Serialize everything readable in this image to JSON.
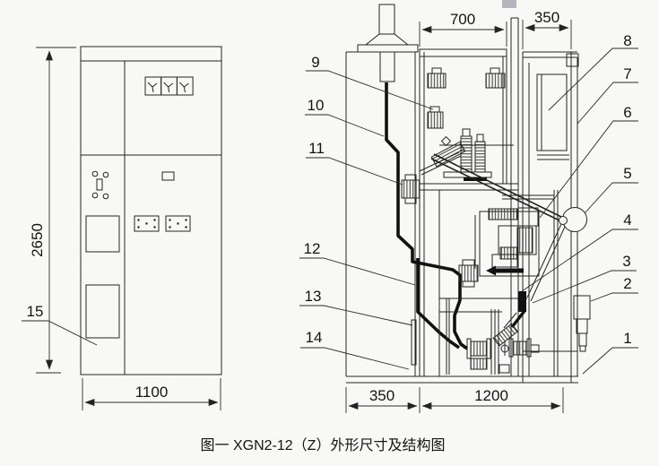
{
  "caption": "图一 XGN2-12（Z）外形尺寸及结构图",
  "dimensions": {
    "cabinet_height": "2650",
    "cabinet_width": "1100",
    "top_depth": "700",
    "top_rear_depth": "350",
    "bottom_front_depth": "350",
    "bottom_main_depth": "1200"
  },
  "callouts": {
    "n1": "1",
    "n2": "2",
    "n3": "3",
    "n4": "4",
    "n5": "5",
    "n6": "6",
    "n7": "7",
    "n8": "8",
    "n9": "9",
    "n10": "10",
    "n11": "11",
    "n12": "12",
    "n13": "13",
    "n14": "14",
    "n15": "15"
  },
  "colors": {
    "line": "#232323",
    "background": "#f8f8f7",
    "watermark": "#a9a9b6"
  }
}
